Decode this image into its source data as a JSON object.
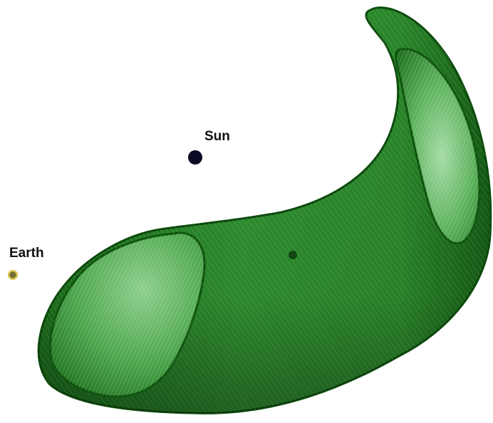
{
  "labels": {
    "sun": "Sun",
    "earth": "Earth"
  },
  "colors": {
    "surface_dark": "#0b4a0b",
    "surface_mid": "#1f7a1f",
    "surface_light": "#5fb85f",
    "hatch_light": "#d8f0d8",
    "sun": "#0a0a24",
    "earth": "#7a7a3a",
    "earth_rim": "#d6c24a",
    "spot": "#0d3a0d"
  },
  "icons": {
    "sun": "sun-marker",
    "earth": "earth-marker"
  }
}
